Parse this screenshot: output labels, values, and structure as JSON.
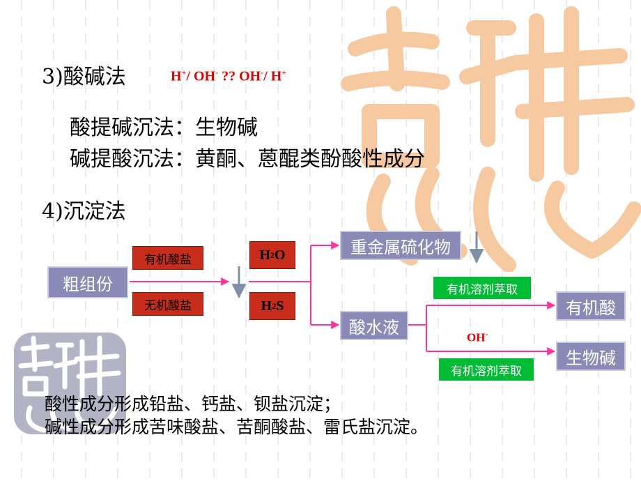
{
  "section3": {
    "title": "3)酸碱法",
    "formula_a": "H",
    "formula_a_sup": "+",
    "formula_b": "/ OH",
    "formula_b_sup": "-",
    "formula_c": " ?? OH",
    "formula_c_sup": "-",
    "formula_d": "/ H",
    "formula_d_sup": "+",
    "line1": "酸提碱沉法：生物碱",
    "line2": "碱提酸沉法：黄酮、蒽醌类酚酸性成分"
  },
  "section4": {
    "title": "4)沉淀法"
  },
  "flow": {
    "crude": "粗组份",
    "organic_salt": "有机酸盐",
    "inorganic_salt": "无机酸盐",
    "h2o_main": "H",
    "h2o_sub": "2",
    "h2o_tail": "O",
    "h2s_main": "H",
    "h2s_sub": "2",
    "h2s_tail": "S",
    "sulfide": "重金属硫化物",
    "acid_solution": "酸水液",
    "extract_top": "有机溶剂萃取",
    "extract_bottom": "有机溶剂萃取",
    "oh_label": "OH",
    "oh_sup": "-",
    "organic_acid": "有机酸",
    "alkaloid": "生物碱"
  },
  "footer": {
    "line1": "酸性成分形成铅盐、钙盐、钡盐沉淀；",
    "line2": "碱性成分形成苦味酸盐、苦酮酸盐、雷氏盐沉淀。"
  },
  "colors": {
    "node_purple": "#8a8ab6",
    "node_red": "#c82c1a",
    "node_green": "#00bb33",
    "arrow": "#ff3399",
    "formula_red": "#e00000",
    "watermark_orange": "#f6c9a0"
  }
}
